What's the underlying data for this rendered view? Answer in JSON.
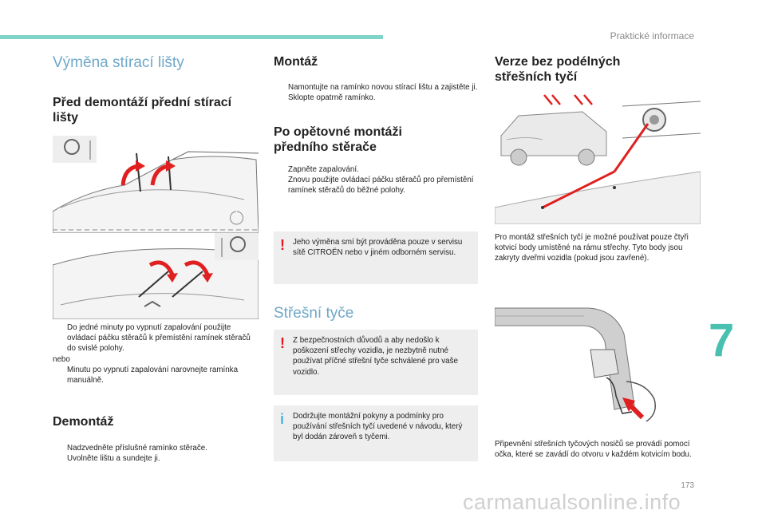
{
  "header": {
    "section": "Praktické informace",
    "chapter_number": "7",
    "page_number": "173"
  },
  "watermark": "carmanualsonline.info",
  "col1": {
    "title": "Výměna stírací lišty",
    "subtitle": "Před demontáží přední stírací lišty",
    "bullets": [
      {
        "glyph": "",
        "text": "Do jedné minuty po vypnutí zapalování použijte ovládací páčku stěračů k přemístění ramínek stěračů do svislé polohy."
      },
      {
        "glyph": "",
        "text": "Minutu po vypnutí zapalování narovnejte ramínka manuálně."
      }
    ],
    "or": "nebo",
    "dismount_title": "Demontáž",
    "dismount_bullets": [
      {
        "glyph": "",
        "text": "Nadzvedněte příslušné ramínko stěrače."
      },
      {
        "glyph": "",
        "text": "Uvolněte lištu a sundejte ji."
      }
    ]
  },
  "col2": {
    "mount_title": "Montáž",
    "mount_bullets": [
      {
        "glyph": "",
        "text": "Namontujte na ramínko novou stírací lištu a zajistěte ji."
      },
      {
        "glyph": "",
        "text": "Sklopte opatrně ramínko."
      }
    ],
    "after_title": "Po opětovné montáži předního stěrače",
    "after_bullets": [
      {
        "glyph": "",
        "text": "Zapněte zapalování."
      },
      {
        "glyph": "",
        "text": "Znovu použijte ovládací páčku stěračů pro přemístění ramínek stěračů do běžné polohy."
      }
    ],
    "warning1": "Jeho výměna smí být prováděna pouze v servisu sítě CITROËN nebo v jiném odborném servisu.",
    "roof_title": "Střešní tyče",
    "warning2": "Z bezpečnostních důvodů a aby nedošlo k poškození střechy vozidla, je nezbytně nutné používat příčné střešní tyče schválené pro vaše vozidlo.",
    "info": "Dodržujte montážní pokyny a podmínky pro používání střešních tyčí uvedené v návodu, který byl dodán zároveň s tyčemi."
  },
  "col3": {
    "title": "Verze bez podélných střešních tyčí",
    "para1": "Pro montáž střešních tyčí je možné používat pouze čtyři kotvicí body umístěné na rámu střechy. Tyto body jsou zakryty dveřmi vozidla (pokud jsou zavřené).",
    "para2": "Připevnění střešních tyčových nosičů se provádí pomocí očka, které se zavádí do otvoru v každém kotvicím bodu."
  },
  "colors": {
    "accent": "#49c0b0",
    "heading_light": "#6fa8c8",
    "warning": "#e4151f",
    "info": "#4bb3e6",
    "arrow": "#e02020"
  }
}
